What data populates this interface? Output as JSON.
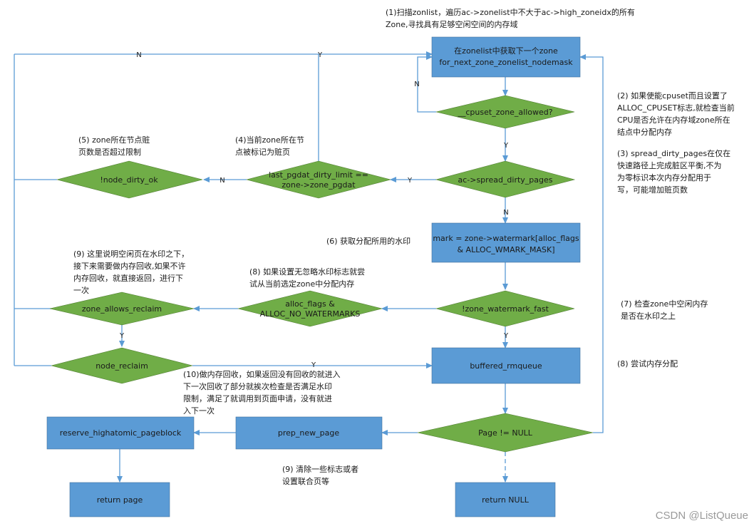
{
  "nodes": {
    "next_zone": {
      "line1": "在zonelist中获取下一个zone",
      "line2": "for_next_zone_zonelist_nodemask"
    },
    "cpuset_allowed": {
      "line1": "__cpuset_zone_allowed?"
    },
    "spread_dirty": {
      "line1": "ac->spread_dirty_pages"
    },
    "pgdat_dirty_limit": {
      "line1": "last_pgdat_dirty_limit ==",
      "line2": "zone->zone_pgdat"
    },
    "node_dirty_ok": {
      "line1": "!node_dirty_ok"
    },
    "mark": {
      "line1": "mark = zone->watermark[alloc_flags",
      "line2": "& ALLOC_WMARK_MASK]"
    },
    "watermark_fast": {
      "line1": "!zone_watermark_fast"
    },
    "no_watermarks": {
      "line1": "alloc_flags &",
      "line2": "ALLOC_NO_WATERMARKS"
    },
    "zone_allows_reclaim": {
      "line1": "zone_allows_reclaim"
    },
    "node_reclaim": {
      "line1": "node_reclaim"
    },
    "buffered_rmqueue": {
      "line1": "buffered_rmqueue"
    },
    "page_not_null": {
      "line1": "Page != NULL"
    },
    "prep_new_page": {
      "line1": "prep_new_page"
    },
    "reserve_highatomic": {
      "line1": "reserve_highatomic_pageblock"
    },
    "return_page": {
      "line1": "return page"
    },
    "return_null": {
      "line1": "return NULL"
    }
  },
  "edge_labels": {
    "top_n": "N",
    "top_y": "Y",
    "cpuset_n": "N",
    "cpuset_y": "Y",
    "spread_y": "Y",
    "spread_n": "N",
    "pgdat_n": "N",
    "reclaim_y": "Y",
    "node_reclaim_y": "Y",
    "watermark_y": "Y"
  },
  "annotations": {
    "a1": "(1)扫描zonlist，遍历ac->zonelist中不大于ac->high_zoneidx的所有\nZone,寻找具有足够空闲空间的内存域",
    "a2": "(2) 如果使能cpuset而且设置了\nALLOC_CPUSET标志,就检查当前\nCPU是否允许在内存域zone所在\n结点中分配内存",
    "a3": "(3) spread_dirty_pages在仅在\n快速路径上完成脏区平衡,不为\n为零标识本次内存分配用于\n写，可能增加赃页数",
    "a4": "(4)当前zone所在节\n点被标记为赃页",
    "a5": "(5) zone所在节点赃\n页数是否超过限制",
    "a6": "(6) 获取分配所用的水印",
    "a7": "(7) 检查zone中空闲内存\n是否在水印之上",
    "a8a": "(8) 如果设置无忽略水印标志就尝\n试从当前选定zone中分配内存",
    "a8b": "(8) 尝试内存分配",
    "a9a": "(9) 这里说明空闲页在水印之下，\n接下来需要做内存回收,如果不许\n内存回收，就直接返回，进行下\n一次",
    "a9b": "(9) 清除一些标志或者\n设置联合页等",
    "a10": "(10)做内存回收，如果返回没有回收的就进入\n下一次回收了部分就挨次检查是否满足水印\n限制，满足了就调用到页面申请，没有就进\n入下一次"
  },
  "watermark": "CSDN @ListQueue",
  "colors": {
    "box": "#5b9bd5",
    "diamond": "#70ad47",
    "line": "#5b9bd5",
    "text": "#1a1a1a"
  }
}
